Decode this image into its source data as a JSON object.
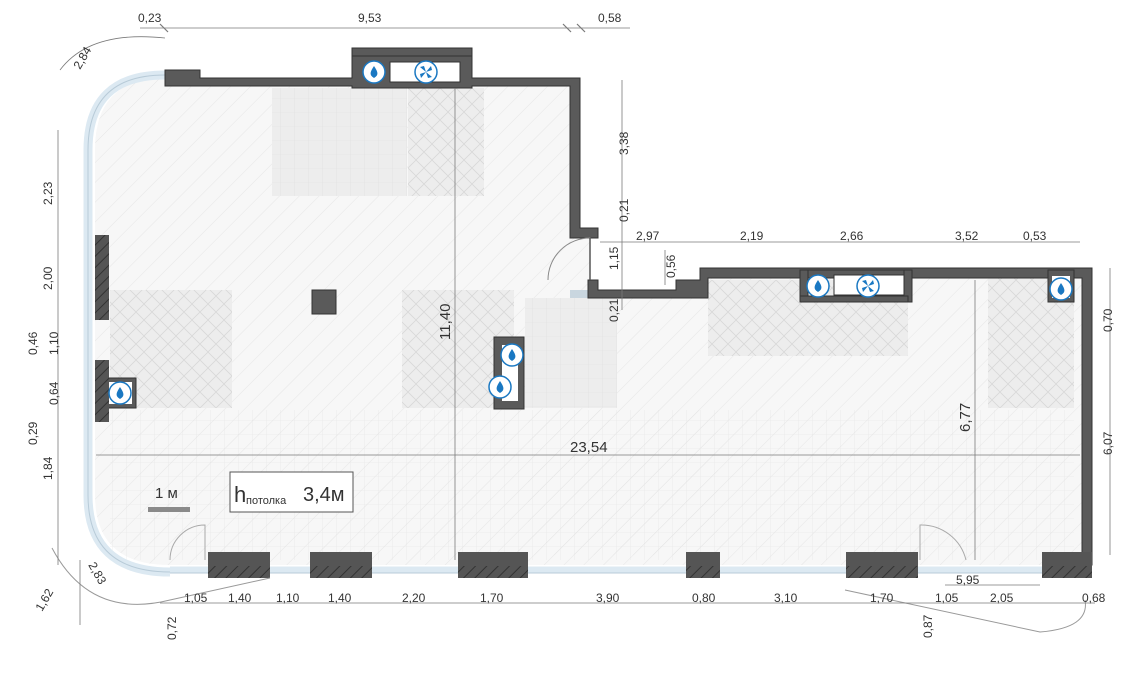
{
  "plan": {
    "ceiling": {
      "symbol": "h",
      "subscript": "потолка",
      "value": "3,4м"
    },
    "scale_label": "1 м",
    "dimensions": {
      "top_0_23": "0,23",
      "top_9_53": "9,53",
      "top_0_58": "0,58",
      "curve_2_84": "2,84",
      "left_2_23": "2,23",
      "left_2_00": "2,00",
      "left_0_46": "0,46",
      "left_1_10": "1,10",
      "left_0_64": "0,64",
      "left_0_29": "0,29",
      "left_1_84": "1,84",
      "curve_2_83": "2,83",
      "curve_1_62": "1,62",
      "bot_0_72": "0,72",
      "right_3_38": "3,38",
      "right_0_21": "0,21",
      "right_1_15": "1,15",
      "right_0_56": "0,56",
      "right_0_21b": "0,21",
      "mid_2_97": "2,97",
      "mid_2_19": "2,19",
      "mid_2_66": "2,66",
      "mid_3_52": "3,52",
      "mid_0_53": "0,53",
      "far_0_70": "0,70",
      "far_6_07": "6,07",
      "inner_11_40": "11,40",
      "inner_6_77": "6,77",
      "inner_23_54": "23,54",
      "inner_5_95": "5,95",
      "b_1_05": "1,05",
      "b_1_40": "1,40",
      "b_1_10": "1,10",
      "b_1_40b": "1,40",
      "b_2_20": "2,20",
      "b_1_70": "1,70",
      "b_3_90": "3,90",
      "b_0_80": "0,80",
      "b_3_10": "3,10",
      "b_1_70b": "1,70",
      "b_1_05b": "1,05",
      "b_2_05": "2,05",
      "b_0_68": "0,68",
      "b_0_87": "0,87"
    },
    "icons": {
      "water": "water-drop-icon",
      "fan": "ventilation-fan-icon"
    },
    "colors": {
      "wall": "#5a5a5a",
      "glazing": "#dce9f2",
      "zone": "#eeeeee",
      "icon_accent": "#1a78c2"
    }
  }
}
